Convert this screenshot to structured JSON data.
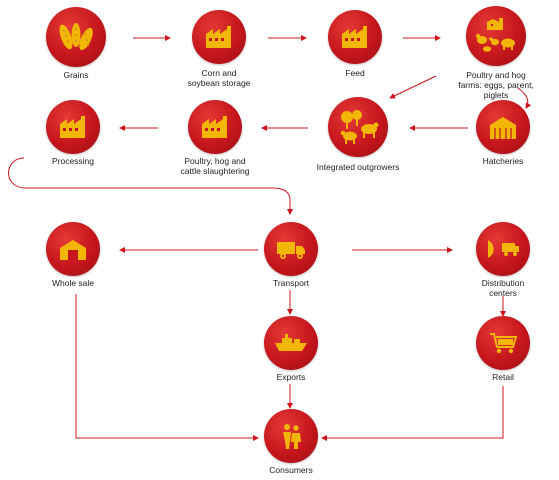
{
  "colors": {
    "accent": "#c4161c",
    "icon": "#f2b705",
    "arrow": "#d0141c",
    "text": "#222222"
  },
  "nodes": {
    "grains": {
      "label": "Grains",
      "icon": "grain-icon"
    },
    "corn_storage": {
      "label": "Corn and\nsoybean storage",
      "icon": "factory-icon"
    },
    "feed": {
      "label": "Feed",
      "icon": "factory-icon"
    },
    "poultry_farms": {
      "label": "Poultry and hog\nfarms: eggs, parent,\npiglets",
      "icon": "farm-animals-icon"
    },
    "hatcheries": {
      "label": "Hatcheries",
      "icon": "barn-icon"
    },
    "integrated": {
      "label": "Integrated outgrowers",
      "icon": "livestock-icon"
    },
    "slaughtering": {
      "label": "Poultry, hog and\ncattle slaughtering",
      "icon": "factory-icon"
    },
    "processing": {
      "label": "Processing",
      "icon": "factory-icon"
    },
    "transport": {
      "label": "Transport",
      "icon": "truck-icon"
    },
    "wholesale": {
      "label": "Whole sale",
      "icon": "warehouse-icon"
    },
    "distribution": {
      "label": "Distribution\ncenters",
      "icon": "distribution-icon"
    },
    "exports": {
      "label": "Exports",
      "icon": "ship-icon"
    },
    "retail": {
      "label": "Retail",
      "icon": "cart-icon"
    },
    "consumers": {
      "label": "Consumers",
      "icon": "people-icon"
    }
  }
}
